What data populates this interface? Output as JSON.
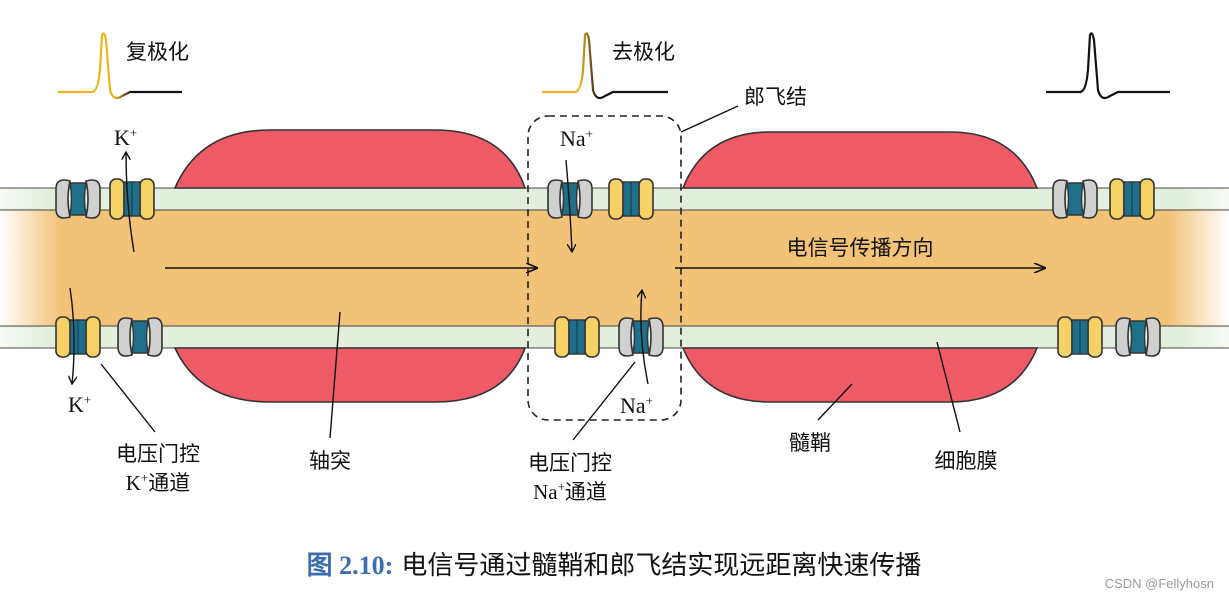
{
  "diagram": {
    "waveform_labels": {
      "repolarization": "复极化",
      "depolarization": "去极化"
    },
    "ranvier_node_label": "郎飞结",
    "direction_label": "电信号传播方向",
    "ions": {
      "k_plus": "K",
      "na_plus": "Na",
      "plus": "+"
    },
    "parts": {
      "axon": "轴突",
      "myelin": "髓鞘",
      "membrane": "细胞膜",
      "k_channel_line1": "电压门控",
      "k_channel_line2": "K",
      "k_channel_line2_sup": "+",
      "k_channel_line2_suffix": "通道",
      "na_channel_line1": "电压门控",
      "na_channel_line2": "Na",
      "na_channel_line2_sup": "+",
      "na_channel_line2_suffix": "通道"
    },
    "colors": {
      "axon": "#f2c276",
      "membrane": "#e2efdd",
      "myelin": "#ef5a67",
      "k_channel": "#f6d266",
      "na_channel": "#d0d0d0",
      "pore": "#1f6f8a",
      "wave_active": "#f0b41c"
    }
  },
  "caption": {
    "number": "图 2.10:",
    "text": "电信号通过髓鞘和郎飞结实现远距离快速传播"
  },
  "watermark": "CSDN @Fellyhosn"
}
